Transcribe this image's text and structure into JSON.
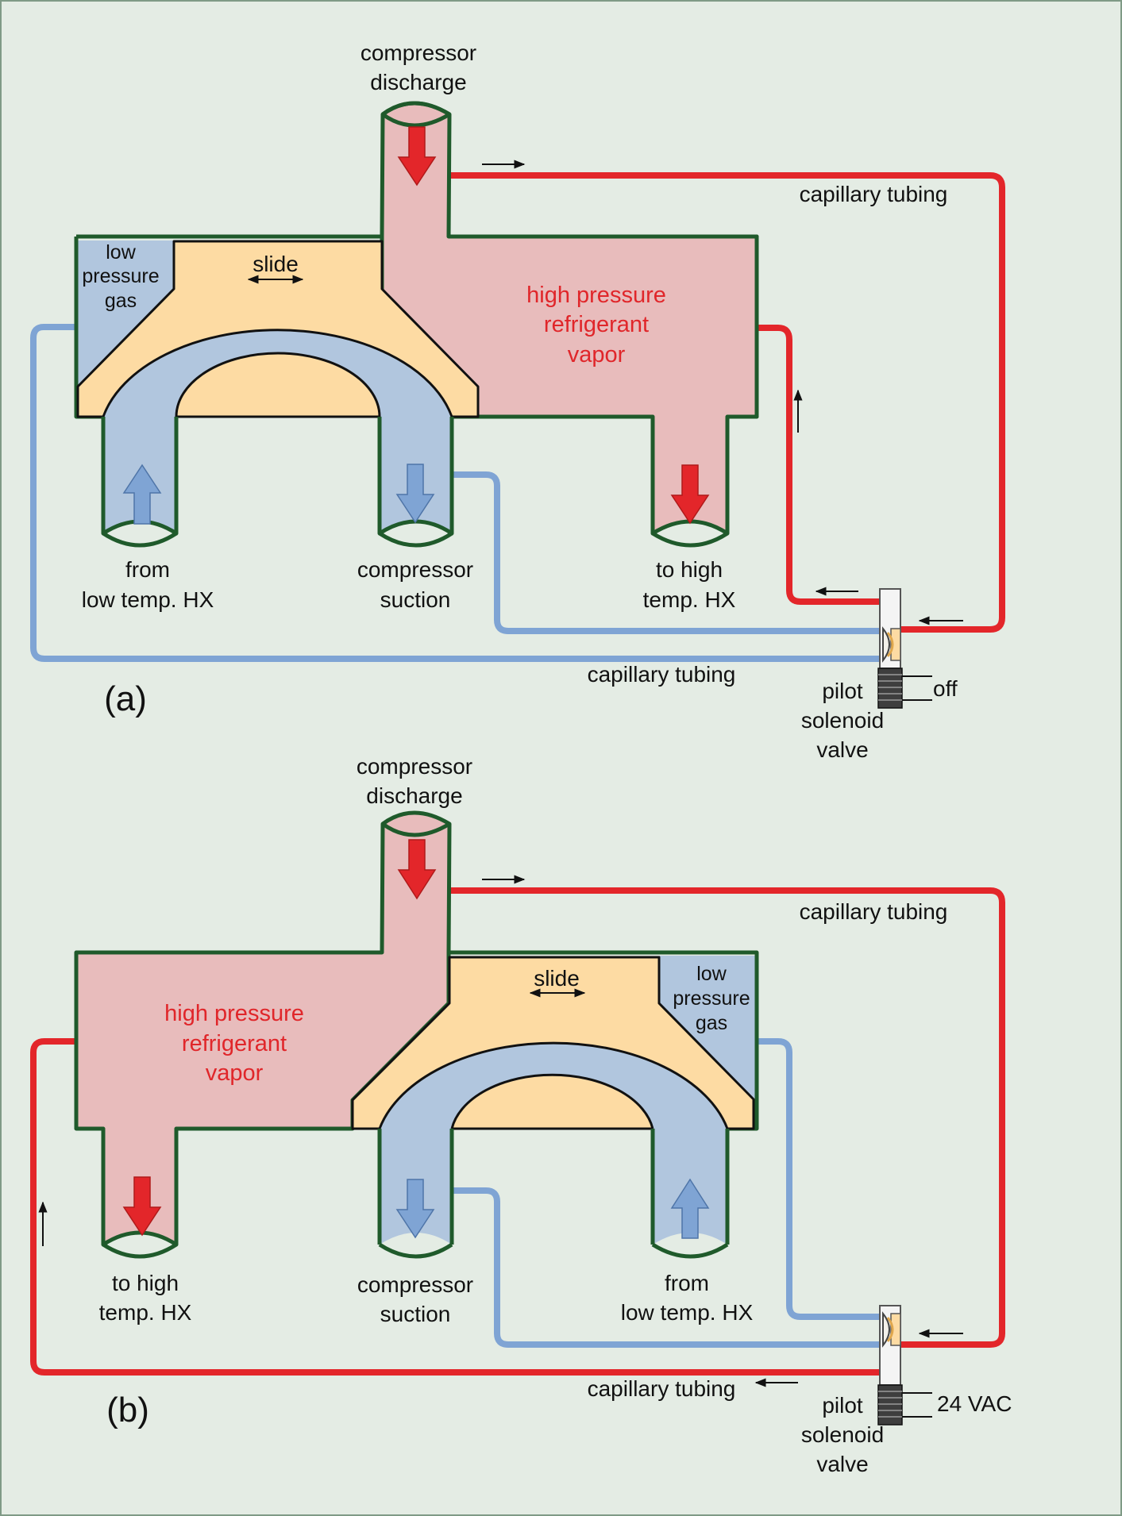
{
  "panels": [
    {
      "id": "a",
      "label": "(a)",
      "compressor_discharge": [
        "compressor",
        "discharge"
      ],
      "capillary_top": "capillary tubing",
      "capillary_bottom": "capillary tubing",
      "low_pressure_gas": [
        "low",
        "pressure",
        "gas"
      ],
      "slide": "slide",
      "high_pressure": [
        "high pressure",
        "refrigerant",
        "vapor"
      ],
      "left_port": [
        "from",
        "low temp. HX"
      ],
      "middle_port": [
        "compressor",
        "suction"
      ],
      "right_port": [
        "to high",
        "temp. HX"
      ],
      "valve": [
        "pilot",
        "solenoid",
        "valve"
      ],
      "valve_state": "off"
    },
    {
      "id": "b",
      "label": "(b)",
      "compressor_discharge": [
        "compressor",
        "discharge"
      ],
      "capillary_top": "capillary tubing",
      "capillary_bottom": "capillary tubing",
      "low_pressure_gas": [
        "low",
        "pressure",
        "gas"
      ],
      "slide": "slide",
      "high_pressure": [
        "high pressure",
        "refrigerant",
        "vapor"
      ],
      "left_port": [
        "to high",
        "temp. HX"
      ],
      "middle_port": [
        "compressor",
        "suction"
      ],
      "right_port": [
        "from",
        "low temp. HX"
      ],
      "valve": [
        "pilot",
        "solenoid",
        "valve"
      ],
      "valve_state": "24 VAC"
    }
  ],
  "colors": {
    "background": "#e4ece4",
    "high_pressure_fill": "#e8bcbc",
    "low_pressure_fill": "#b1c6de",
    "slide_fill": "#fddba3",
    "housing_outline": "#1f5a2b",
    "hot_tube": "#e3262a",
    "cold_tube": "#7fa4d4"
  }
}
